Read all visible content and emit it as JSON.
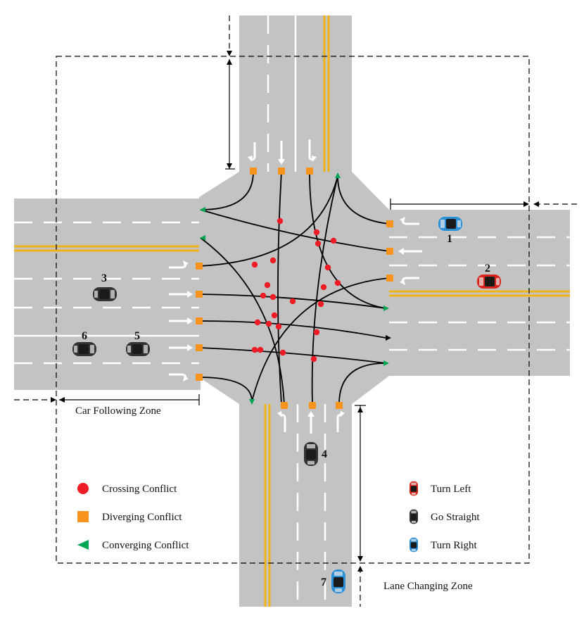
{
  "zones": {
    "car_following": "Car Following Zone",
    "lane_changing": "Lane Changing Zone"
  },
  "vehicles": [
    {
      "id": "1",
      "label": "1",
      "maneuver": "turn_right"
    },
    {
      "id": "2",
      "label": "2",
      "maneuver": "turn_left"
    },
    {
      "id": "3",
      "label": "3",
      "maneuver": "go_straight"
    },
    {
      "id": "4",
      "label": "4",
      "maneuver": "go_straight"
    },
    {
      "id": "5",
      "label": "5",
      "maneuver": "go_straight"
    },
    {
      "id": "6",
      "label": "6",
      "maneuver": "go_straight"
    },
    {
      "id": "7",
      "label": "7",
      "maneuver": "turn_right"
    }
  ],
  "legend": {
    "conflicts": [
      {
        "label": "Crossing Conflict",
        "marker": "red-circle",
        "color": "#ee1c24"
      },
      {
        "label": "Diverging Conflict",
        "marker": "orange-square",
        "color": "#f7941d"
      },
      {
        "label": "Converging Conflict",
        "marker": "green-triangle",
        "color": "#00a651"
      }
    ],
    "maneuvers": [
      {
        "label": "Turn Left",
        "icon": "car-top-icon",
        "color": "#d9261c"
      },
      {
        "label": "Go Straight",
        "icon": "car-top-icon",
        "color": "#333333"
      },
      {
        "label": "Turn Right",
        "icon": "car-top-icon",
        "color": "#2b8fd6"
      }
    ]
  },
  "colors": {
    "road": "#c3c3c3",
    "center_line": "#f2b319",
    "lane_marking": "#ffffff",
    "path": "#000000",
    "car_left": "#d9261c",
    "car_straight": "#333333",
    "car_right": "#2b8fd6"
  }
}
